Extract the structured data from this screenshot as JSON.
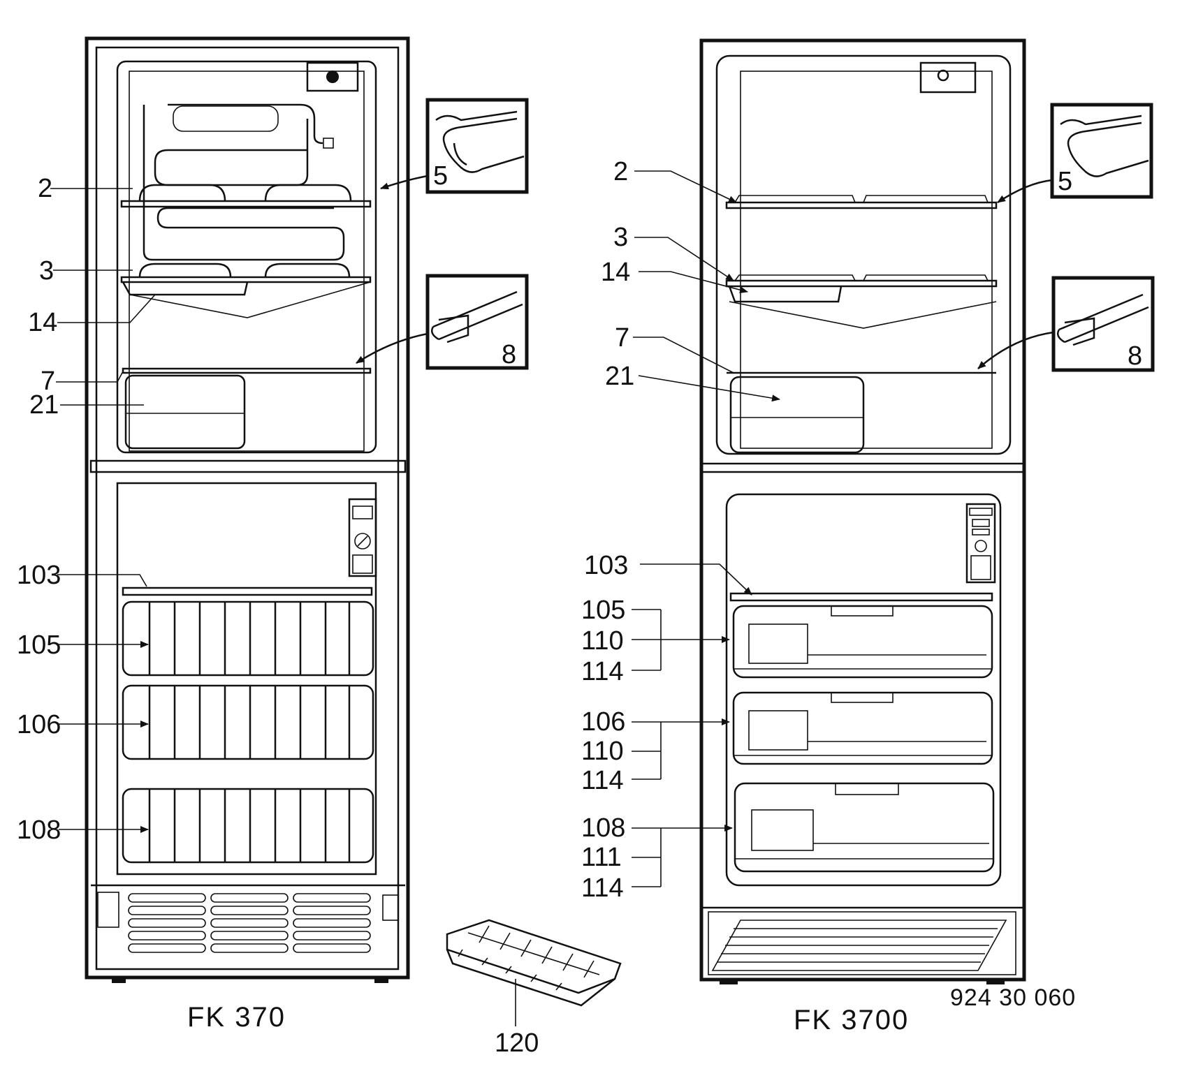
{
  "models": [
    {
      "id": "fk370",
      "caption": "FK 370"
    },
    {
      "id": "fk3700",
      "caption": "FK 3700"
    }
  ],
  "drawing_code": "924 30 060",
  "labels_left": {
    "l2": "2",
    "l3": "3",
    "l14": "14",
    "l7": "7",
    "l21": "21",
    "l103": "103",
    "l105": "105",
    "l106": "106",
    "l108": "108"
  },
  "labels_right": {
    "l2": "2",
    "l3": "3",
    "l14": "14",
    "l7": "7",
    "l21": "21",
    "l103": "103",
    "l105": "105",
    "l110a": "110",
    "l114a": "114",
    "l106": "106",
    "l110b": "110",
    "l114b": "114",
    "l108": "108",
    "l111": "111",
    "l114c": "114"
  },
  "callouts": {
    "left_gasket_top": "5",
    "left_gasket_bottom": "8",
    "right_gasket_top": "5",
    "right_gasket_bottom": "8"
  },
  "ice_tray": "120"
}
